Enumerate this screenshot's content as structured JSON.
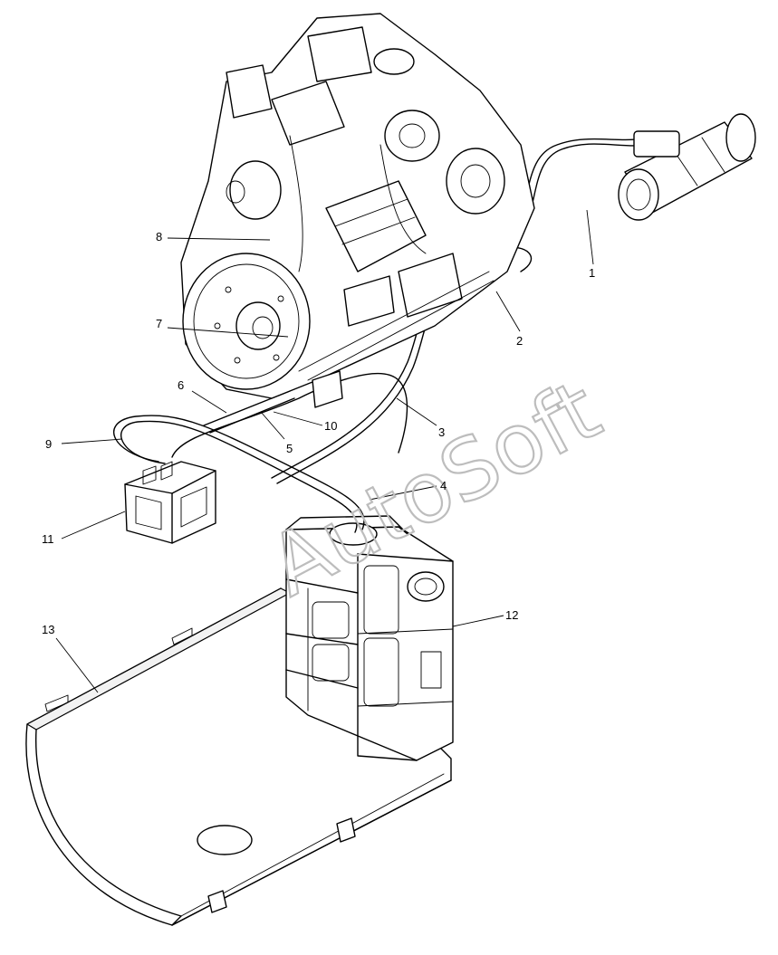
{
  "diagram": {
    "watermark": "AutoSoft",
    "callouts": [
      {
        "label": "1"
      },
      {
        "label": "2"
      },
      {
        "label": "3"
      },
      {
        "label": "4"
      },
      {
        "label": "5"
      },
      {
        "label": "6"
      },
      {
        "label": "7"
      },
      {
        "label": "8"
      },
      {
        "label": "9"
      },
      {
        "label": "10"
      },
      {
        "label": "11"
      },
      {
        "label": "12"
      },
      {
        "label": "13"
      }
    ]
  }
}
